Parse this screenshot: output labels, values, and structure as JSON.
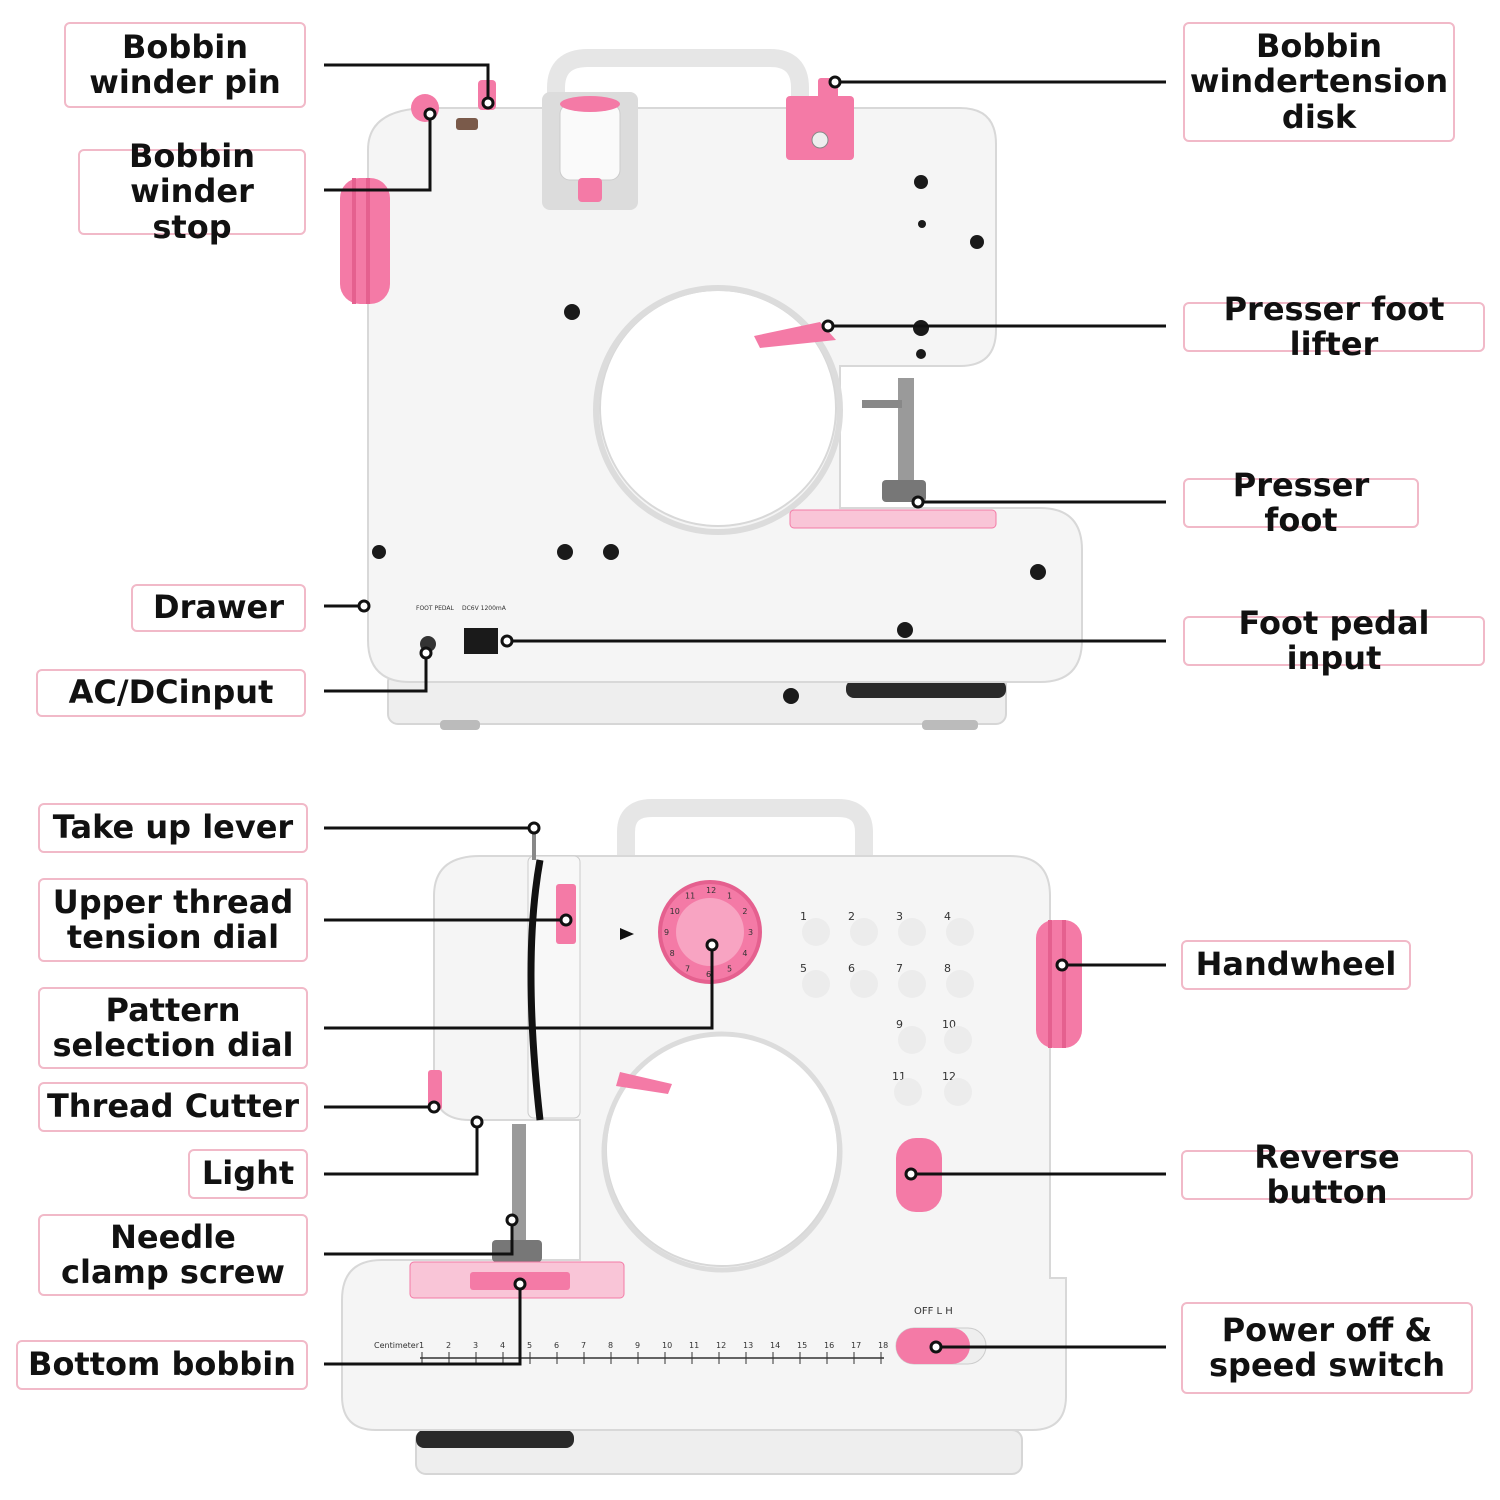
{
  "colors": {
    "accent_pink": "#f47aa6",
    "pink_dark": "#e5608f",
    "pink_light": "#f9c5d7",
    "body_white": "#f5f5f5",
    "label_border": "#f1b9c8",
    "leader_line": "#111111"
  },
  "labels": {
    "bobbin_winder_pin": "Bobbin\nwinder pin",
    "bobbin_winder_stop": "Bobbin\nwinder stop",
    "drawer": "Drawer",
    "ac_dc_input": "AC/DCinput",
    "bobbin_winder_tension_disk": "Bobbin\nwindertension\ndisk",
    "presser_foot_lifter": "Presser foot lifter",
    "presser_foot": "Presser foot",
    "foot_pedal_input": "Foot pedal input",
    "take_up_lever": "Take up lever",
    "upper_thread_tension_dial": "Upper thread\ntension dial",
    "pattern_selection_dial": "Pattern\nselection dial",
    "thread_cutter": "Thread Cutter",
    "light": "Light",
    "needle_clamp_screw": "Needle\nclamp screw",
    "bottom_bobbin": "Bottom bobbin",
    "handwheel": "Handwheel",
    "reverse_button": "Reverse button",
    "power_speed_switch": "Power off &\nspeed switch"
  },
  "machine_print": {
    "foot_pedal_jack": "FOOT PEDAL",
    "power_rating": "DC6V 1200mA",
    "switch_marks": "OFF  L  H",
    "ruler_label": "Centimeter",
    "ruler_numbers": [
      "1",
      "2",
      "3",
      "4",
      "5",
      "6",
      "7",
      "8",
      "9",
      "10",
      "11",
      "12",
      "13",
      "14",
      "15",
      "16",
      "17",
      "18"
    ],
    "stitch_numbers": [
      "1",
      "2",
      "3",
      "4",
      "5",
      "6",
      "7",
      "8",
      "9",
      "10",
      "11",
      "12"
    ],
    "dial_numbers": [
      "12",
      "1",
      "2",
      "3",
      "4",
      "5",
      "6",
      "7",
      "8",
      "9",
      "10",
      "11"
    ]
  }
}
